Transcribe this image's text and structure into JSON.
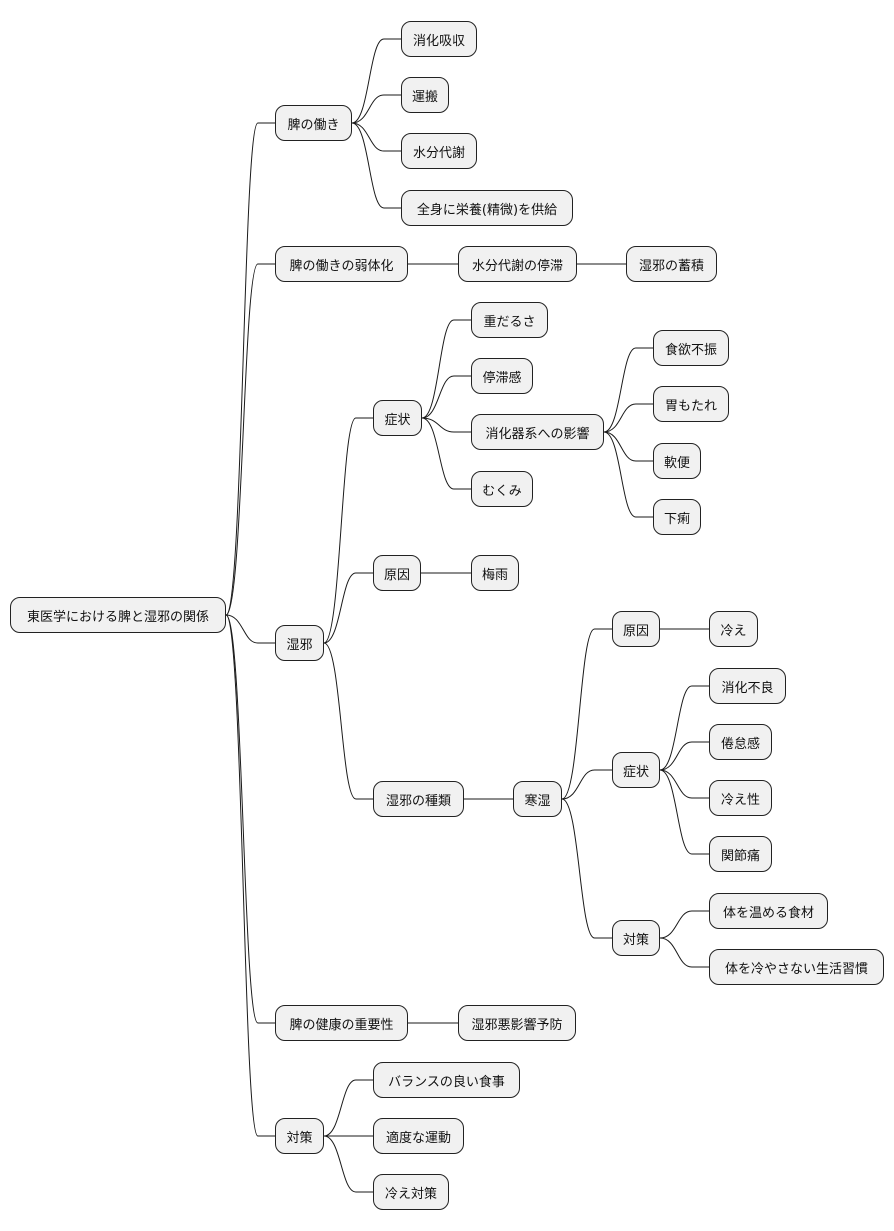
{
  "mindmap": {
    "root": {
      "id": "root",
      "label": "東医学における脾と湿邪の関係",
      "children": [
        {
          "id": "spleen-function",
          "label": "脾の働き",
          "children": [
            {
              "id": "digestion-absorption",
              "label": "消化吸収"
            },
            {
              "id": "transport",
              "label": "運搬"
            },
            {
              "id": "water-metabolism",
              "label": "水分代謝"
            },
            {
              "id": "nourish-body",
              "label": "全身に栄養(精微)を供給"
            }
          ]
        },
        {
          "id": "spleen-weakening",
          "label": "脾の働きの弱体化",
          "children": [
            {
              "id": "water-stagnation",
              "label": "水分代謝の停滞",
              "children": [
                {
                  "id": "dampness-accumulation",
                  "label": "湿邪の蓄積"
                }
              ]
            }
          ]
        },
        {
          "id": "dampness",
          "label": "湿邪",
          "children": [
            {
              "id": "symptoms",
              "label": "症状",
              "children": [
                {
                  "id": "heaviness",
                  "label": "重だるさ"
                },
                {
                  "id": "stagnation-feeling",
                  "label": "停滞感"
                },
                {
                  "id": "digestive-effects",
                  "label": "消化器系への影響",
                  "children": [
                    {
                      "id": "poor-appetite",
                      "label": "食欲不振"
                    },
                    {
                      "id": "indigestion",
                      "label": "胃もたれ"
                    },
                    {
                      "id": "loose-stool",
                      "label": "軟便"
                    },
                    {
                      "id": "diarrhea",
                      "label": "下痢"
                    }
                  ]
                },
                {
                  "id": "swelling",
                  "label": "むくみ"
                }
              ]
            },
            {
              "id": "cause",
              "label": "原因",
              "children": [
                {
                  "id": "rainy-season",
                  "label": "梅雨"
                }
              ]
            },
            {
              "id": "dampness-types",
              "label": "湿邪の種類",
              "children": [
                {
                  "id": "cold-damp",
                  "label": "寒湿",
                  "children": [
                    {
                      "id": "cold-damp-cause",
                      "label": "原因",
                      "children": [
                        {
                          "id": "chill",
                          "label": "冷え"
                        }
                      ]
                    },
                    {
                      "id": "cold-damp-symptoms",
                      "label": "症状",
                      "children": [
                        {
                          "id": "poor-digestion",
                          "label": "消化不良"
                        },
                        {
                          "id": "fatigue",
                          "label": "倦怠感"
                        },
                        {
                          "id": "sensitivity-to-cold",
                          "label": "冷え性"
                        },
                        {
                          "id": "joint-pain",
                          "label": "関節痛"
                        }
                      ]
                    },
                    {
                      "id": "cold-damp-measures",
                      "label": "対策",
                      "children": [
                        {
                          "id": "warming-foods",
                          "label": "体を温める食材"
                        },
                        {
                          "id": "warm-lifestyle",
                          "label": "体を冷やさない生活習慣"
                        }
                      ]
                    }
                  ]
                }
              ]
            }
          ]
        },
        {
          "id": "spleen-health",
          "label": "脾の健康の重要性",
          "children": [
            {
              "id": "dampness-prevention",
              "label": "湿邪悪影響予防"
            }
          ]
        },
        {
          "id": "measures",
          "label": "対策",
          "children": [
            {
              "id": "balanced-diet",
              "label": "バランスの良い食事"
            },
            {
              "id": "moderate-exercise",
              "label": "適度な運動"
            },
            {
              "id": "chill-prevention",
              "label": "冷え対策"
            }
          ]
        }
      ]
    }
  }
}
